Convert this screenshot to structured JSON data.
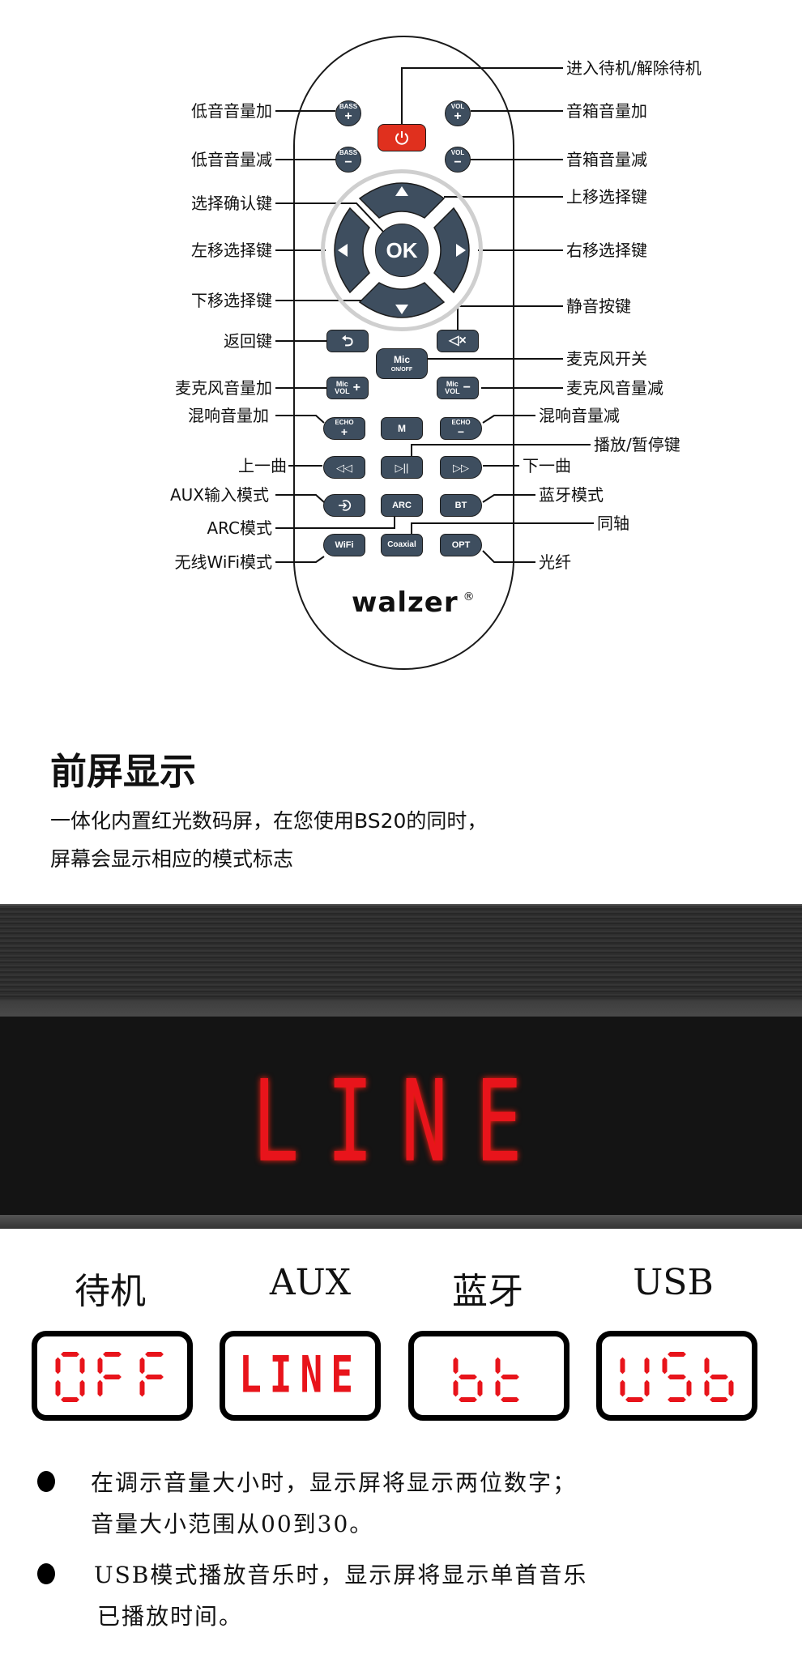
{
  "remote": {
    "buttons": {
      "bass_plus": {
        "top": "BASS",
        "sym": "+"
      },
      "bass_minus": {
        "top": "BASS",
        "sym": "−"
      },
      "vol_plus": {
        "top": "VOL",
        "sym": "+"
      },
      "vol_minus": {
        "top": "VOL",
        "sym": "−"
      },
      "ok": "OK",
      "mic_onoff": {
        "top": "Mic",
        "bottom": "ON/OFF"
      },
      "mic_vol_plus": {
        "top": "Mic",
        "bottom": "VOL",
        "sym": "+"
      },
      "mic_vol_minus": {
        "top": "Mic",
        "bottom": "VOL",
        "sym": "−"
      },
      "echo_plus": {
        "top": "ECHO",
        "sym": "+"
      },
      "m": "M",
      "echo_minus": {
        "top": "ECHO",
        "sym": "−"
      },
      "prev": "◁◁",
      "play_pause": "▷||",
      "next": "▷▷",
      "arc": "ARC",
      "bt": "BT",
      "wifi": "WiFi",
      "coaxial": "Coaxial",
      "opt": "OPT"
    },
    "brand": "walzer",
    "brand_mark": "®",
    "labels_left": {
      "bass_plus": "低音音量加",
      "bass_minus": "低音音量减",
      "ok": "选择确认键",
      "left": "左移选择键",
      "down": "下移选择键",
      "back": "返回键",
      "mic_vol_plus": "麦克风音量加",
      "echo_plus": "混响音量加",
      "prev": "上一曲",
      "aux": "AUX输入模式",
      "arc": "ARC模式",
      "wifi": "无线WiFi模式"
    },
    "labels_right": {
      "power": "进入待机/解除待机",
      "vol_plus": "音箱音量加",
      "vol_minus": "音箱音量减",
      "up": "上移选择键",
      "right": "右移选择键",
      "mute": "静音按键",
      "mic_onoff": "麦克风开关",
      "mic_vol_minus": "麦克风音量减",
      "echo_minus": "混响音量减",
      "play_pause": "播放/暂停键",
      "next": "下一曲",
      "bt": "蓝牙模式",
      "coaxial": "同轴",
      "opt": "光纤"
    }
  },
  "display_section": {
    "title": "前屏显示",
    "desc_line1": "一体化内置红光数码屏，在您使用BS20的同时，",
    "desc_line2": "屏幕会显示相应的模式标志",
    "soundbar_display": "LINE",
    "modes": [
      {
        "label": "待机",
        "display": "OFF"
      },
      {
        "label": "AUX",
        "display": "LINE"
      },
      {
        "label": "蓝牙",
        "display": "bt"
      },
      {
        "label": "USB",
        "display": "USb"
      }
    ],
    "notes": [
      {
        "line1": "在调示音量大小时，显示屏将显示两位数字；",
        "line2": "音量大小范围从00到30。"
      },
      {
        "line1": "USB模式播放音乐时，显示屏将显示单首音乐",
        "line2": "已播放时间。"
      }
    ]
  },
  "colors": {
    "button": "#3e4e5f",
    "power": "#e0301e",
    "led": "#e8141b"
  }
}
